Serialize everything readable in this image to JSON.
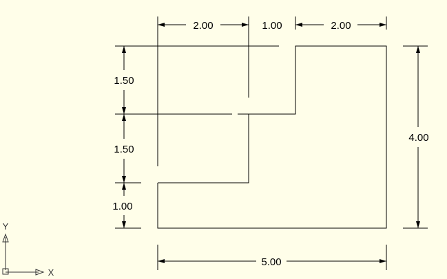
{
  "drawing": {
    "line_color": "#000000",
    "background_color": "#fffee9",
    "dimensions": {
      "top_left": "2.00",
      "top_middle": "1.00",
      "top_right": "2.00",
      "left_upper": "1.50",
      "left_middle": "1.50",
      "left_lower": "1.00",
      "right_height": "4.00",
      "bottom_width": "5.00"
    }
  },
  "ucs": {
    "y_label": "Y",
    "x_label": "X",
    "icon": "ucs-axis-icon"
  }
}
